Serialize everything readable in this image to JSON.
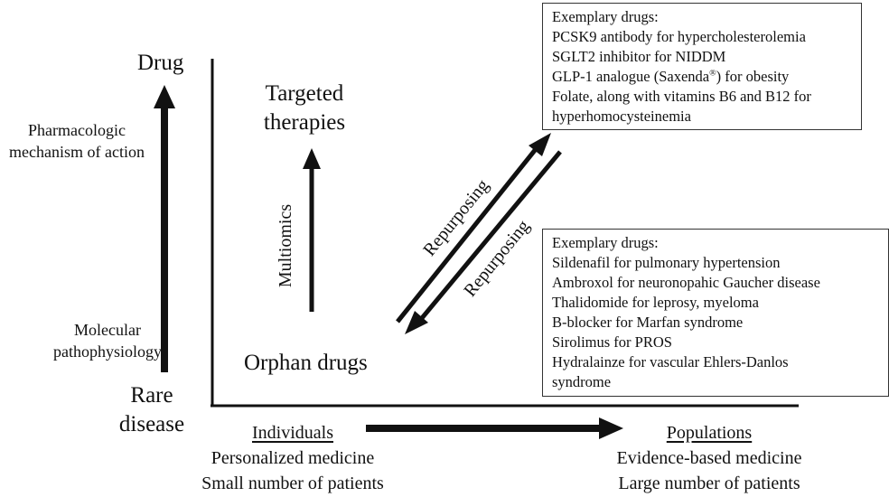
{
  "left_axis": {
    "top_label": "Drug",
    "bottom_label_line1": "Rare",
    "bottom_label_line2": "disease",
    "upper_caption_line1": "Pharmacologic",
    "upper_caption_line2": "mechanism of action",
    "lower_caption_line1": "Molecular",
    "lower_caption_line2": "pathophysiology"
  },
  "quadrant": {
    "targeted_line1": "Targeted",
    "targeted_line2": "therapies",
    "multiomics": "Multiomics",
    "orphan": "Orphan drugs",
    "repurposing_up": "Repurposing",
    "repurposing_down": "Repurposing"
  },
  "bottom_axis": {
    "left_title": "Individuals",
    "left_sub1": "Personalized medicine",
    "left_sub2": "Small number of patients",
    "right_title": "Populations",
    "right_sub1": "Evidence-based medicine",
    "right_sub2": "Large number of patients"
  },
  "box_top": {
    "heading": "Exemplary drugs:",
    "items": [
      "PCSK9 antibody for hypercholesterolemia",
      "SGLT2 inhibitor for NIDDM",
      "GLP-1 analogue (Saxenda",
      "Folate, along with vitamins B6 and B12 for",
      "hyperhomocysteinemia"
    ],
    "item2_mark": "®",
    "item2_tail": ") for obesity"
  },
  "box_bottom": {
    "heading": "Exemplary drugs:",
    "items": [
      "Sildenafil for pulmonary hypertension",
      "Ambroxol for neuronopahic Gaucher disease",
      "Thalidomide for leprosy, myeloma",
      "B-blocker for Marfan syndrome",
      "Sirolimus for PROS",
      "Hydralainze for vascular Ehlers-Danlos",
      "syndrome"
    ]
  }
}
